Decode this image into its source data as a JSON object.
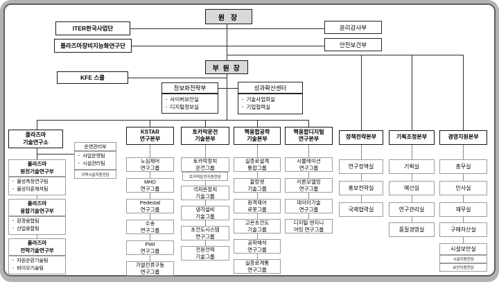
{
  "org": {
    "director": "원 장",
    "deputy": "부 원 장",
    "iter": "ITER한국사업단",
    "plasma_equip": "플라즈마장비지능화연구단",
    "ethics": "윤리감사부",
    "safety": "안전보건부",
    "kfe_school": "KFE 스쿨",
    "info_strategy": {
      "title": "정보화전략부",
      "items": [
        "사이버보안실",
        "디지털정보실"
      ]
    },
    "outcome_center": {
      "title": "성과확산센터",
      "items": [
        "기술사업화실",
        "기업협력실"
      ]
    },
    "institute": {
      "title": "플라즈마\n기술연구소",
      "ops": {
        "title": "운영관리부",
        "items": [
          "사업운영팀",
          "시설관리팀"
        ],
        "note": "지역시설지원전담"
      },
      "divisions": [
        {
          "title": "플라즈마\n원천기술연구부",
          "items": [
            "물성측정연구팀",
            "물성이론해석팀"
          ]
        },
        {
          "title": "플라즈마\n융합기술연구부",
          "items": [
            "환경융합팀",
            "산업융합팀"
          ]
        },
        {
          "title": "플라즈마\n전략기술연구부",
          "items": [
            "자원순환기술팀",
            "바이오기술팀"
          ]
        }
      ]
    },
    "research": [
      {
        "title": "KSTAR\n연구본부",
        "groups": [
          "노심제어\n연구그룹",
          "MHD\n연구그룹",
          "Pedestal\n연구그룹",
          "수송\n연구그룹",
          "PWI\n연구그룹",
          "가열전류구동\n연구그룹"
        ]
      },
      {
        "title": "토카막운전\n기술본부",
        "note": "토카막운전지원전담",
        "groups": [
          "토카막장치\n운전그룹",
          "극저온장치\n기술그룹",
          "냉각설비\n기술그룹",
          "초전도시스템\n연구그룹",
          "전원전력\n기술그룹"
        ]
      },
      {
        "title": "핵융합공학\n기술본부",
        "groups": [
          "실증로설계\n통합그룹",
          "블랑켓\n기술그룹",
          "원격제어\n로봇그룹",
          "고온초전도\n기술그룹",
          "공학해석\n연구그룹",
          "실증로계통\n연구그룹"
        ]
      },
      {
        "title": "핵융합디지털\n연구본부",
        "groups": [
          "시뮬레이션\n연구그룹",
          "이론모델링\n연구그룹",
          "데이터기술\n연구그룹",
          "디지털 엔지니\n어링 연구그룹"
        ]
      }
    ],
    "admin": [
      {
        "title": "정책전략본부",
        "offices": [
          "연구정책실",
          "홍보전략실",
          "국제협력실"
        ]
      },
      {
        "title": "기획조정본부",
        "offices": [
          "기획실",
          "예산실",
          "연구관리실",
          "품질경영실"
        ]
      },
      {
        "title": "경영지원본부",
        "offices": [
          "총무실",
          "인사실",
          "재무실",
          "구매자산실",
          "시설보안실"
        ],
        "notes": [
          "시설지원전담",
          "보안지원전담"
        ]
      }
    ],
    "colors": {
      "line": "#2b2b2b",
      "sub_border": "#9a9a9a",
      "head_fill": "#d9d9d9"
    }
  }
}
